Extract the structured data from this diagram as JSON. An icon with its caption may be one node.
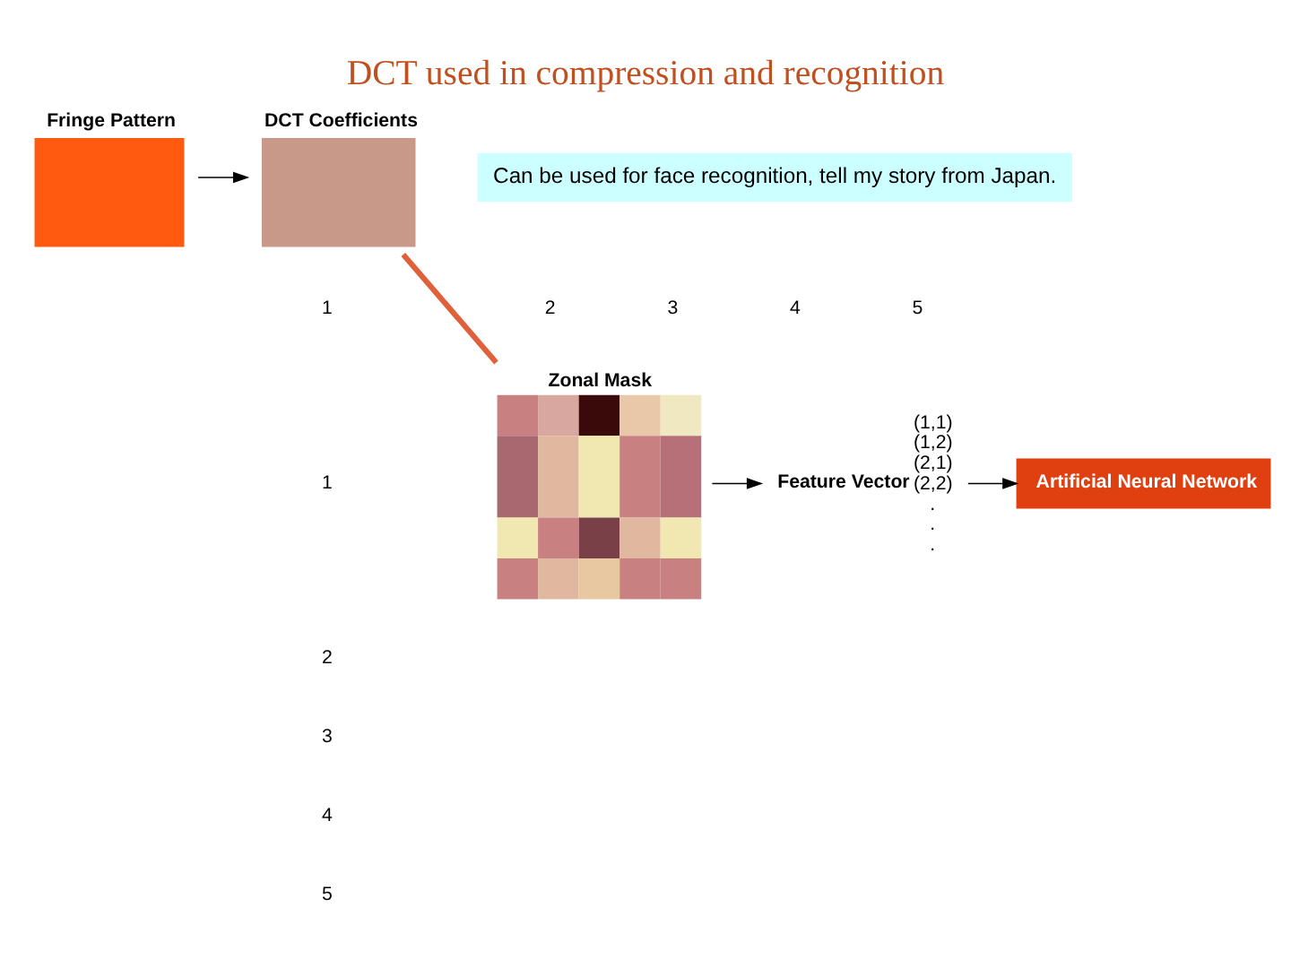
{
  "diagram": {
    "title": "DCT used in compression and recognition",
    "nodes": [
      {
        "text": [
          "Fringe Pattern"
        ]
      },
      {
        "text": [
          "DCT Coefficients"
        ]
      },
      {
        "text": [
          "Zonal Mask"
        ]
      },
      {
        "text": [
          "Feature Vector"
        ],
        "beside": [
          "(1,1)",
          "(1,2)",
          "(2,1)",
          "(2,2)",
          ".",
          ".",
          "."
        ]
      },
      {
        "text": [
          "Artificial Neural Network"
        ]
      }
    ],
    "edges": [
      {
        "from": 0,
        "to": 1,
        "arrow": "to"
      },
      {
        "from": 1,
        "to": 2,
        "arrow": "none",
        "color": "#e0603a",
        "style": "thick"
      },
      {
        "from": 2,
        "to": 3,
        "arrow": "to"
      },
      {
        "from": 3,
        "to": 4,
        "arrow": "to"
      }
    ],
    "labels": [
      "Can be used for face recognition, tell my story from Japan.",
      "1",
      "2",
      "3",
      "4",
      "5",
      "1",
      "2",
      "3",
      "4",
      "5"
    ]
  }
}
